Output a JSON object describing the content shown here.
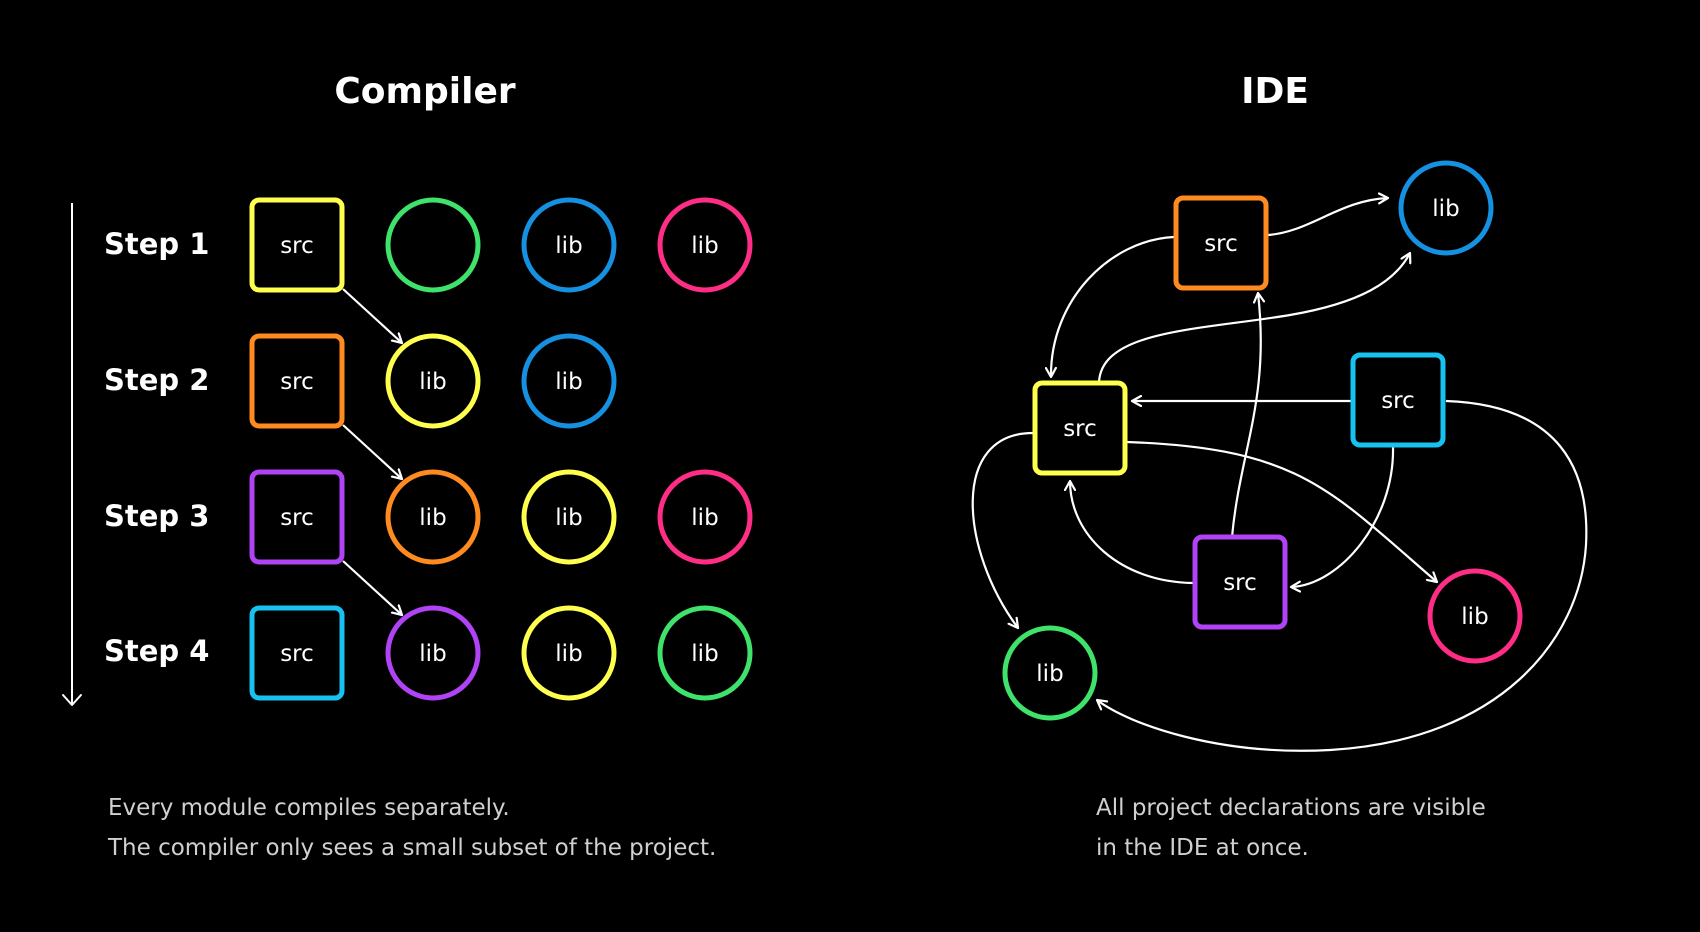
{
  "colors": {
    "background": "#000000",
    "line": "#ffffff",
    "text": "#ffffff",
    "caption": "#d0d0d0",
    "yellow": "#ffff4d",
    "green": "#3fe36b",
    "blue": "#1690e0",
    "pink": "#ff2d86",
    "orange": "#ff8a1f",
    "purple": "#b043f5",
    "cyan": "#18c2f0"
  },
  "compiler": {
    "title": "Compiler",
    "steps": [
      {
        "label": "Step 1",
        "nodes": [
          {
            "kind": "src",
            "text": "src",
            "color": "yellow"
          },
          {
            "kind": "lib",
            "text": "",
            "color": "green"
          },
          {
            "kind": "lib",
            "text": "lib",
            "color": "blue"
          },
          {
            "kind": "lib",
            "text": "lib",
            "color": "pink"
          }
        ]
      },
      {
        "label": "Step 2",
        "nodes": [
          {
            "kind": "src",
            "text": "src",
            "color": "orange"
          },
          {
            "kind": "lib",
            "text": "lib",
            "color": "yellow"
          },
          {
            "kind": "lib",
            "text": "lib",
            "color": "blue"
          }
        ]
      },
      {
        "label": "Step 3",
        "nodes": [
          {
            "kind": "src",
            "text": "src",
            "color": "purple"
          },
          {
            "kind": "lib",
            "text": "lib",
            "color": "orange"
          },
          {
            "kind": "lib",
            "text": "lib",
            "color": "yellow"
          },
          {
            "kind": "lib",
            "text": "lib",
            "color": "pink"
          }
        ]
      },
      {
        "label": "Step 4",
        "nodes": [
          {
            "kind": "src",
            "text": "src",
            "color": "cyan"
          },
          {
            "kind": "lib",
            "text": "lib",
            "color": "purple"
          },
          {
            "kind": "lib",
            "text": "lib",
            "color": "yellow"
          },
          {
            "kind": "lib",
            "text": "lib",
            "color": "green"
          }
        ]
      }
    ],
    "caption": [
      "Every module compiles separately.",
      "The compiler only sees a small subset of the project."
    ]
  },
  "ide": {
    "title": "IDE",
    "nodes": [
      {
        "id": "src-orange",
        "kind": "src",
        "text": "src",
        "color": "orange"
      },
      {
        "id": "src-yellow",
        "kind": "src",
        "text": "src",
        "color": "yellow"
      },
      {
        "id": "src-cyan",
        "kind": "src",
        "text": "src",
        "color": "cyan"
      },
      {
        "id": "src-purple",
        "kind": "src",
        "text": "src",
        "color": "purple"
      },
      {
        "id": "lib-blue",
        "kind": "lib",
        "text": "lib",
        "color": "blue"
      },
      {
        "id": "lib-pink",
        "kind": "lib",
        "text": "lib",
        "color": "pink"
      },
      {
        "id": "lib-green",
        "kind": "lib",
        "text": "lib",
        "color": "green"
      }
    ],
    "edges": [
      {
        "from": "src-orange",
        "to": "lib-blue"
      },
      {
        "from": "src-orange",
        "to": "src-yellow"
      },
      {
        "from": "src-yellow",
        "to": "lib-blue"
      },
      {
        "from": "src-yellow",
        "to": "lib-green"
      },
      {
        "from": "src-yellow",
        "to": "lib-pink"
      },
      {
        "from": "src-cyan",
        "to": "src-yellow"
      },
      {
        "from": "src-cyan",
        "to": "src-purple"
      },
      {
        "from": "src-cyan",
        "to": "lib-green"
      },
      {
        "from": "src-purple",
        "to": "src-yellow"
      },
      {
        "from": "src-purple",
        "to": "src-orange"
      }
    ],
    "caption": [
      "All project declarations are visible",
      "in the IDE at once."
    ]
  }
}
